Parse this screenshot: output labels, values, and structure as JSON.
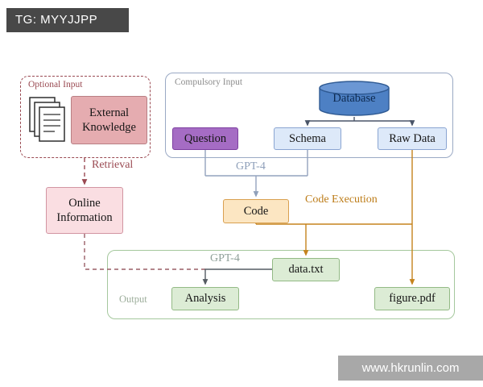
{
  "watermarks": {
    "top_left": "TG: MYYJJPP",
    "bottom_right": "www.hkrunlin.com"
  },
  "diagram": {
    "optional_input": {
      "label": "Optional Input",
      "external_knowledge": "External Knowledge",
      "icon": "stacked-documents-icon"
    },
    "compulsory_input": {
      "label": "Compulsory Input",
      "database": "Database",
      "question": "Question",
      "schema": "Schema",
      "raw_data": "Raw Data"
    },
    "online_information": "Online Information",
    "code": "Code",
    "output": {
      "label": "Output",
      "analysis": "Analysis",
      "data_txt": "data.txt",
      "figure_pdf": "figure.pdf"
    },
    "edge_labels": {
      "retrieval": "Retrieval",
      "gpt4_input": "GPT-4",
      "code_execution": "Code Execution",
      "gpt4_output": "GPT-4"
    },
    "colors": {
      "maroon": "#9a4a52",
      "blue_gray": "#93a3bd",
      "orange": "#c5831d",
      "green": "#93ba85",
      "purple": "#a56cc4",
      "database_blue": "#4d80c4"
    }
  }
}
